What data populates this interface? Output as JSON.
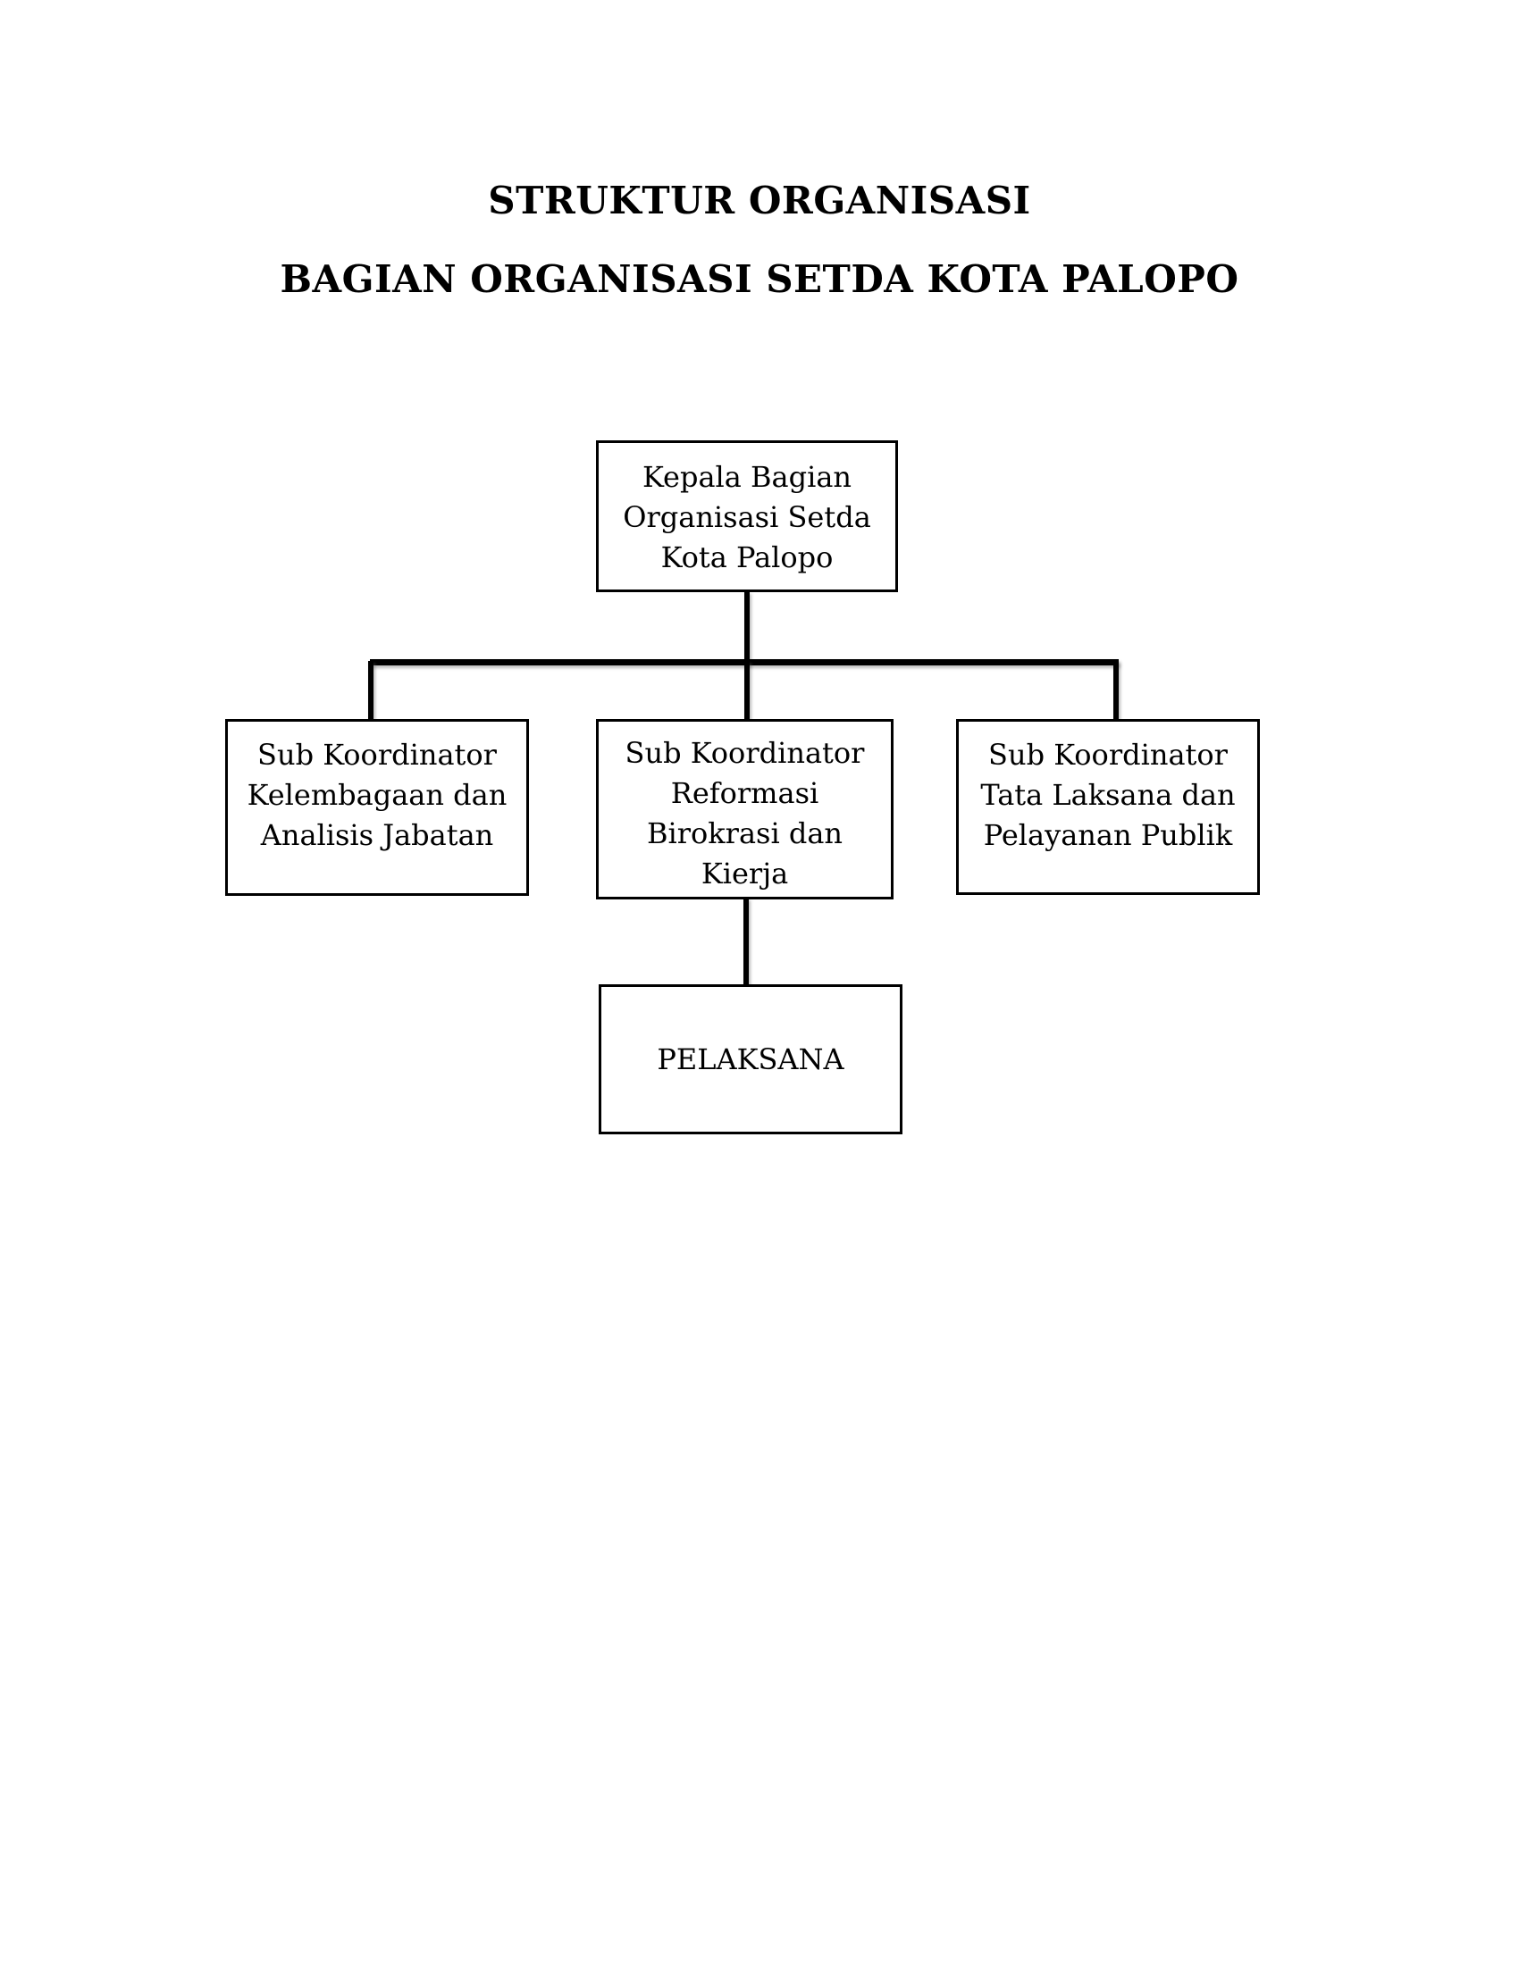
{
  "title": {
    "line1": "STRUKTUR ORGANISASI",
    "line2": "BAGIAN ORGANISASI SETDA KOTA PALOPO"
  },
  "nodes": {
    "root": {
      "id": "kepala-bagian",
      "lines": [
        "Kepala Bagian",
        "Organisasi Setda",
        "Kota Palopo"
      ]
    },
    "child_left": {
      "id": "sub-koordinator-kelembagaan",
      "lines": [
        "Sub Koordinator",
        "Kelembagaan dan",
        "Analisis Jabatan"
      ]
    },
    "child_middle": {
      "id": "sub-koordinator-reformasi",
      "lines": [
        "Sub Koordinator",
        "Reformasi",
        "Birokrasi dan",
        "Kierja"
      ]
    },
    "child_right": {
      "id": "sub-koordinator-tata-laksana",
      "lines": [
        "Sub Koordinator",
        "Tata Laksana dan",
        "Pelayanan Publik"
      ]
    },
    "grandchild": {
      "id": "pelaksana",
      "lines": [
        "PELAKSANA"
      ]
    }
  },
  "chart_data": {
    "type": "org-chart",
    "title": "STRUKTUR ORGANISASI BAGIAN ORGANISASI SETDA KOTA PALOPO",
    "hierarchy": {
      "root": "Kepala Bagian Organisasi Setda Kota Palopo",
      "children": [
        "Sub Koordinator Kelembagaan dan Analisis Jabatan",
        "Sub Koordinator Reformasi Birokrasi dan Kierja",
        "Sub Koordinator Tata Laksana dan Pelayanan Publik"
      ],
      "child_of_middle": "PELAKSANA"
    }
  },
  "colors": {
    "background": "#ffffff",
    "text": "#000000",
    "border": "#000000",
    "connector": "#000000"
  }
}
